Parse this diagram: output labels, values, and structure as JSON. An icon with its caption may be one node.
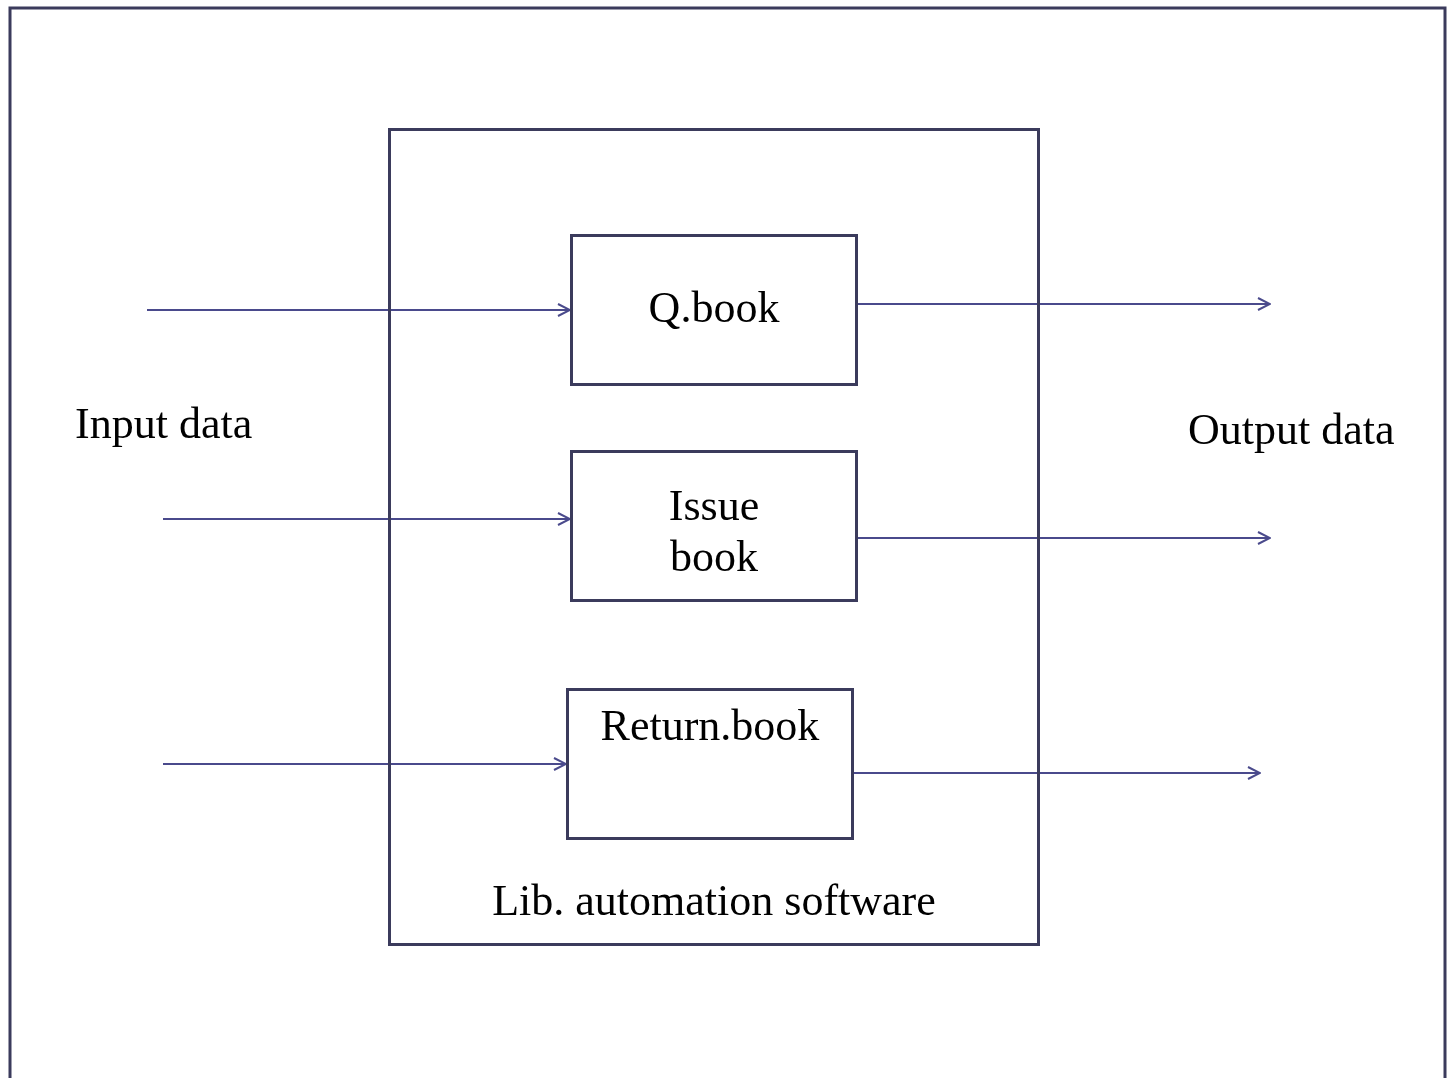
{
  "diagram": {
    "nodes": [
      {
        "text": [
          "Lib. automation software"
        ]
      },
      {
        "text": [
          "Q.book"
        ],
        "in": 0
      },
      {
        "text": [
          "Issue book"
        ],
        "in": 0
      },
      {
        "text": [
          "Return.book"
        ],
        "in": 0
      }
    ],
    "edges": [
      {
        "from": null,
        "to": 1,
        "arrow": "to"
      },
      {
        "from": null,
        "to": 2,
        "arrow": "to"
      },
      {
        "from": null,
        "to": 3,
        "arrow": "to"
      },
      {
        "from": 1,
        "to": null,
        "arrow": "to"
      },
      {
        "from": 2,
        "to": null,
        "arrow": "to"
      },
      {
        "from": 3,
        "to": null,
        "arrow": "to"
      }
    ],
    "labels": [
      "Input data",
      "Output data"
    ]
  }
}
